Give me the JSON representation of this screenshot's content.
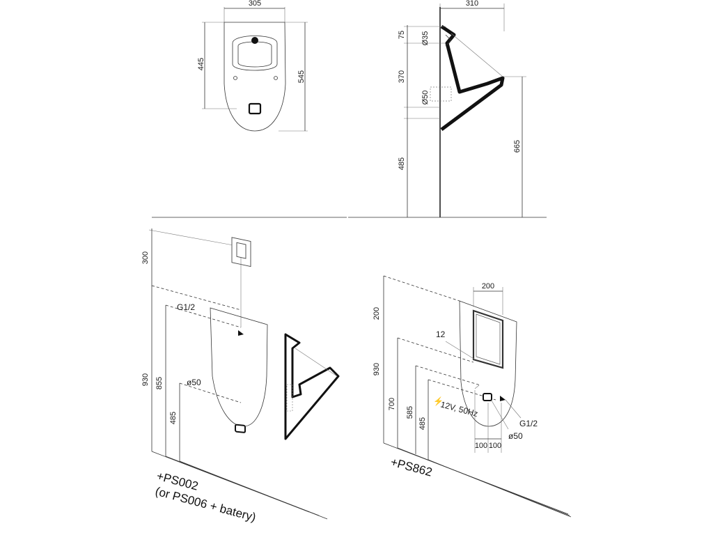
{
  "front_view": {
    "width": "305",
    "height_inner": "445",
    "height_total": "545"
  },
  "side_view": {
    "depth": "310",
    "top_offset": "75",
    "inlet_diameter": "Ø35",
    "inlet_to_outlet": "370",
    "outlet_diameter": "Ø50",
    "outlet_height": "485",
    "rim_height": "665"
  },
  "install_left": {
    "dim_300": "300",
    "dim_930": "930",
    "dim_855": "855",
    "dim_485": "485",
    "water_inlet": "G1/2",
    "waste_outlet": "ø50",
    "module_line1": "+PS002",
    "module_line2": "(or PS006 + batery)"
  },
  "install_right": {
    "panel_width": "200",
    "dim_12": "12",
    "dim_200": "200",
    "dim_930": "930",
    "dim_700": "700",
    "dim_585": "585",
    "dim_485": "485",
    "power": "12V, 50Hz",
    "power_symbol": "⚡",
    "water_inlet": "G1/2",
    "waste_outlet": "ø50",
    "offset_left": "100",
    "offset_right": "100",
    "module": "+PS862"
  }
}
